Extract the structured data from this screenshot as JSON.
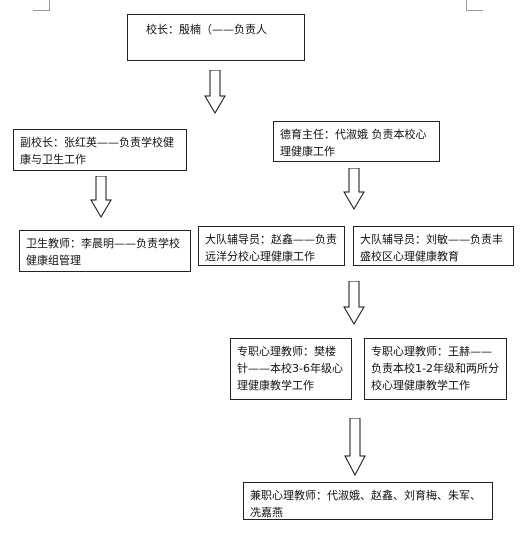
{
  "boxes": {
    "principal": "校长：殷楠（——负责人",
    "vice_principal": "副校长：张红英——负责学校健康与卫生工作",
    "moral_director": "德育主任：代淑娥 负责本校心理健康工作",
    "health_teacher": "卫生教师：李晨明——负责学校健康组管理",
    "brigade_zhao": "大队辅导员：赵鑫——负责远洋分校心理健康工作",
    "brigade_liu": "大队辅导员：刘敏——负责丰盛校区心理健康教育",
    "full_time_1": "专职心理教师：樊楼针——本校3-6年级心理健康教学工作",
    "full_time_2": "专职心理教师：王赫——负责本校1-2年级和两所分校心理健康教学工作",
    "part_time": "兼职心理教师：代淑娥、赵鑫、刘育梅、朱军、冼嘉燕"
  }
}
